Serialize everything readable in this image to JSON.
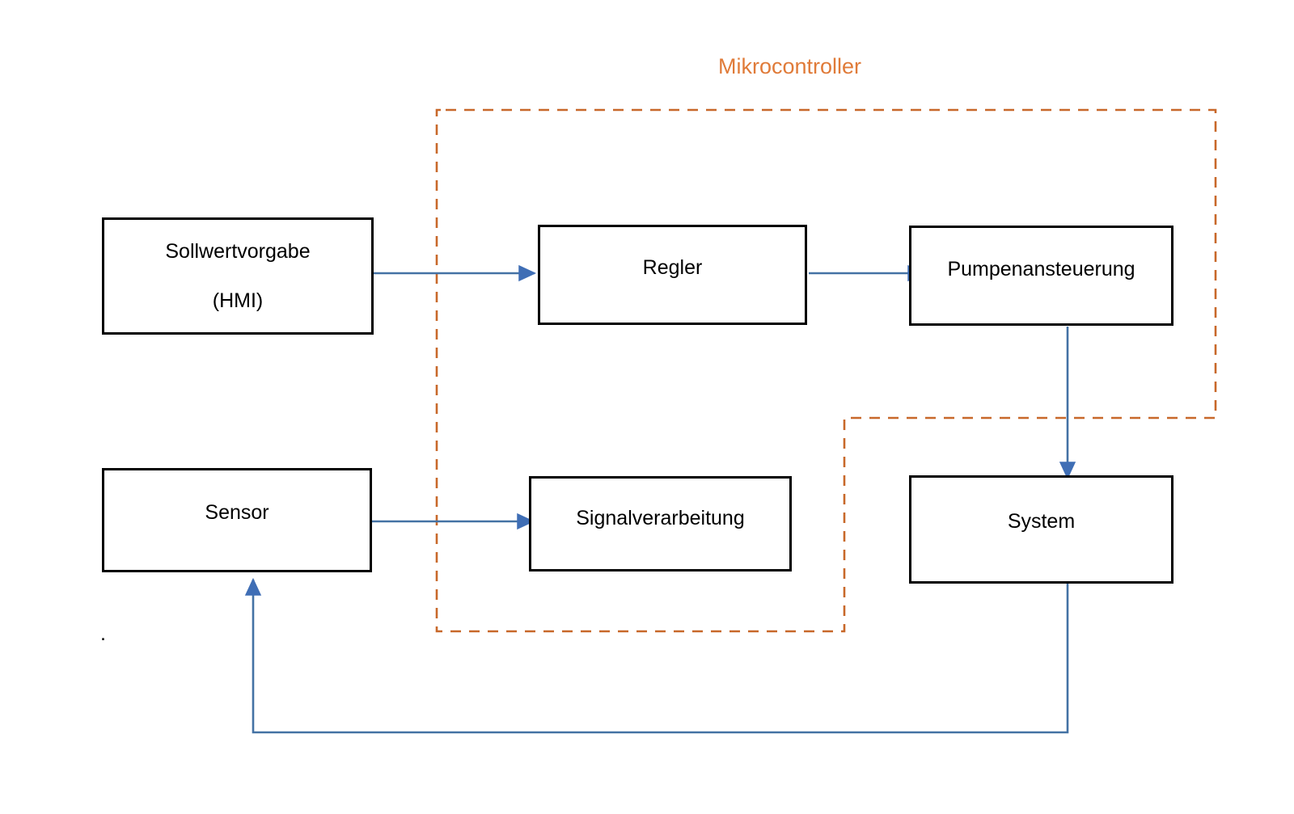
{
  "diagram": {
    "title_group": "Mikrocontroller",
    "stray_mark": ".",
    "colors": {
      "group_border": "#c8682a",
      "group_label": "#e07b39",
      "arrow": "#4472a4",
      "node_border": "#000000",
      "background": "#ffffff"
    },
    "nodes": [
      {
        "id": "sollwertvorgabe",
        "lines": [
          "Sollwertvorgabe",
          "(HMI)"
        ]
      },
      {
        "id": "regler",
        "lines": [
          "Regler"
        ]
      },
      {
        "id": "pumpenansteuerung",
        "lines": [
          "Pumpenansteuerung"
        ]
      },
      {
        "id": "sensor",
        "lines": [
          "Sensor"
        ]
      },
      {
        "id": "signalverarbeitung",
        "lines": [
          "Signalverarbeitung"
        ]
      },
      {
        "id": "system",
        "lines": [
          "System"
        ]
      }
    ],
    "edges": [
      {
        "from": "sollwertvorgabe",
        "to": "regler"
      },
      {
        "from": "regler",
        "to": "pumpenansteuerung"
      },
      {
        "from": "pumpenansteuerung",
        "to": "system"
      },
      {
        "from": "sensor",
        "to": "signalverarbeitung"
      },
      {
        "from": "system",
        "to": "sensor"
      }
    ],
    "group": {
      "label": "Mikrocontroller",
      "contains": [
        "regler",
        "pumpenansteuerung",
        "signalverarbeitung"
      ],
      "style": "dashed"
    }
  }
}
